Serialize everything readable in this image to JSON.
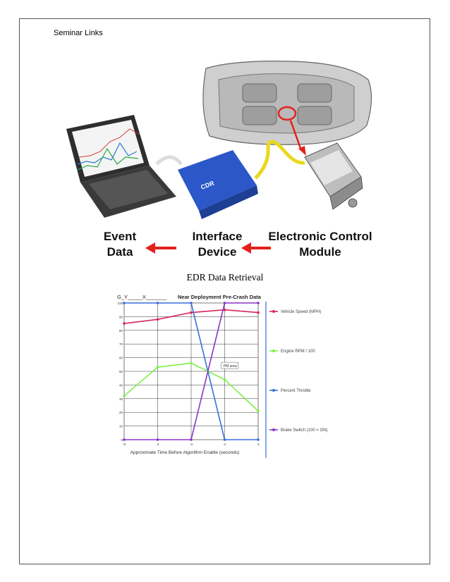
{
  "header": {
    "text": "Seminar Links"
  },
  "figure": {
    "labels": {
      "event": [
        "Event",
        "Data"
      ],
      "interface": [
        "Interface",
        "Device"
      ],
      "ecm": [
        "Electronic Control",
        "Module"
      ]
    },
    "device_brand": "CDR",
    "colors": {
      "arrow": "#e3211c",
      "device": "#2b57c9",
      "cable": "#e9d91e"
    }
  },
  "caption": "EDR Data Retrieval",
  "chart_data": {
    "type": "line",
    "title": "Near Deployment Pre-Crash Data",
    "title_prefix": "G_Y_____X_______",
    "xlabel": "Approximate Time Before Algorithm Enable (seconds)",
    "ylabel": "",
    "x": [
      -5,
      -4,
      -3,
      -2,
      -1
    ],
    "xlim": [
      -5,
      -1
    ],
    "ylim": [
      0,
      100
    ],
    "yticks": [
      0,
      10,
      20,
      30,
      40,
      50,
      60,
      70,
      80,
      90,
      100
    ],
    "grid": true,
    "legend_placement": "right",
    "annotation": {
      "text": "PM area"
    },
    "series": [
      {
        "name": "Vehicle Speed (MPH)",
        "color": "#d4275e",
        "values": [
          85,
          88,
          93,
          95,
          93
        ]
      },
      {
        "name": "Engine RPM / 100",
        "color": "#7df04a",
        "values": [
          32,
          53,
          56,
          44,
          21
        ]
      },
      {
        "name": "Percent Throttle",
        "color": "#3a6fd8",
        "values": [
          100,
          100,
          100,
          0,
          0
        ]
      },
      {
        "name": "Brake Switch (100 = ON)",
        "color": "#8a35c8",
        "values": [
          0,
          0,
          0,
          100,
          100
        ]
      }
    ]
  }
}
